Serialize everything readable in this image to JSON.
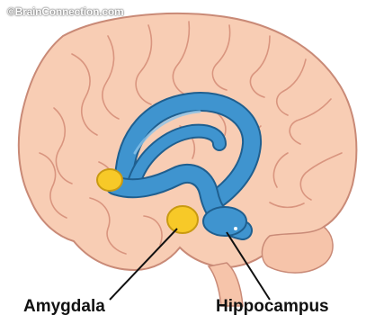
{
  "figure": {
    "copyright": "©BrainConnection.com",
    "labels": {
      "amygdala": "Amygdala",
      "hippocampus": "Hippocampus"
    },
    "colors": {
      "brain_fill": "#f8cdb4",
      "brain_outline": "#c98a77",
      "gyri_lines": "#d9957f",
      "limbic_blue": "#3f94cf",
      "limbic_blue_dark": "#1f5f8f",
      "amygdala_yellow": "#f7c928",
      "leader_line": "#111111"
    }
  }
}
